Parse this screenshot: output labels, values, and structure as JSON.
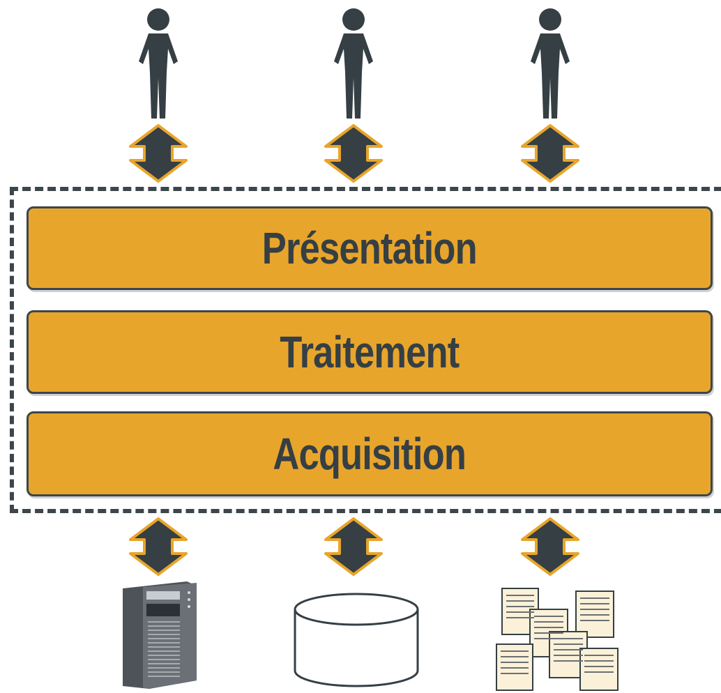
{
  "layers": [
    {
      "label": "Présentation"
    },
    {
      "label": "Traitement"
    },
    {
      "label": "Acquisition"
    }
  ],
  "users": [
    "person-icon",
    "person-icon",
    "person-icon"
  ],
  "sources": [
    "server-icon",
    "database-icon",
    "documents-icon"
  ],
  "colors": {
    "layer_fill": "#E8A52C",
    "dark": "#3c464b",
    "arrow_outline": "#E8A52C",
    "document_fill": "#FBF1D9",
    "server": "#5b6166"
  }
}
